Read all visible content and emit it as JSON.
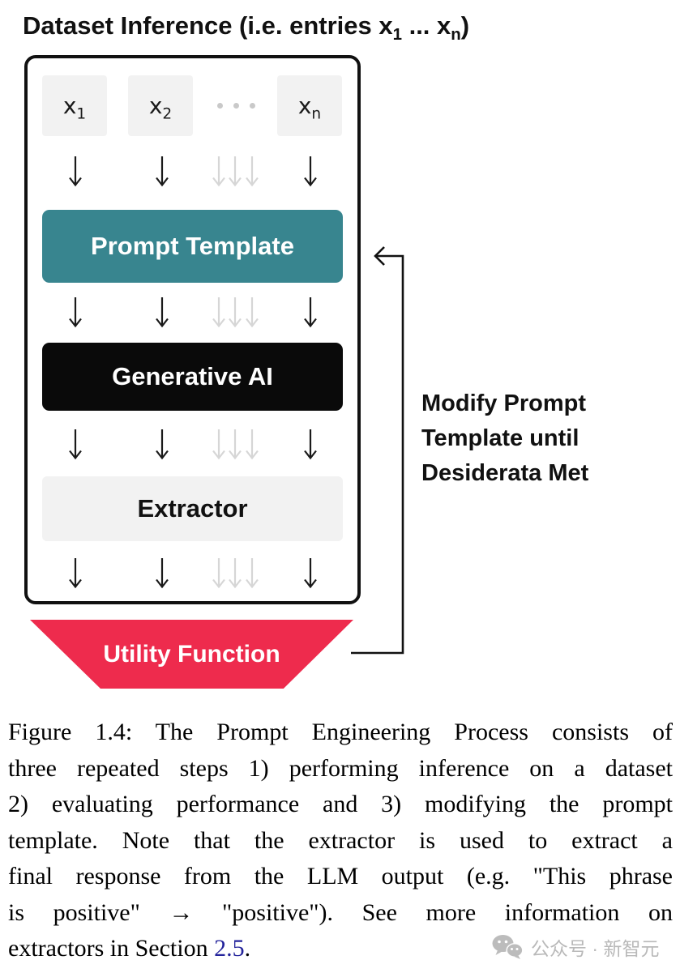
{
  "title": {
    "prefix": "Dataset Inference (i.e. entries x",
    "sub1": "1",
    "mid": " ... x",
    "sub2": "n",
    "suffix": ")"
  },
  "diagram": {
    "entries": [
      {
        "base": "x",
        "sub": "1"
      },
      {
        "base": "x",
        "sub": "2"
      },
      {
        "base": "x",
        "sub": "n"
      }
    ],
    "prompt_template_label": "Prompt Template",
    "generative_ai_label": "Generative AI",
    "extractor_label": "Extractor",
    "utility_function_label": "Utility Function",
    "side_note": [
      "Modify Prompt",
      "Template until",
      "Desiderata Met"
    ]
  },
  "caption": {
    "lines": [
      "Figure 1.4: The Prompt Engineering Process consists of",
      "three repeated steps 1) performing inference on a dataset",
      "2) evaluating performance and 3) modifying the prompt",
      "template.  Note that the extractor is used to extract a",
      "final response from the LLM output (e.g. \"This phrase",
      "is positive\" → \"positive\").  See more information on"
    ],
    "last_prefix": "extractors in Section ",
    "link_text": "2.5",
    "last_suffix": "."
  },
  "watermark": {
    "text": "公众号 · 新智元"
  },
  "colors": {
    "teal": "#38858F",
    "box_black": "#0A0A0A",
    "box_gray": "#F2F2F2",
    "red": "#EE2B4D",
    "arrow_gray": "#D6D6D6",
    "dot_gray": "#C9C9C9",
    "link_blue": "#23239B",
    "watermark_gray": "#B9B9B9",
    "ink": "#111111"
  }
}
